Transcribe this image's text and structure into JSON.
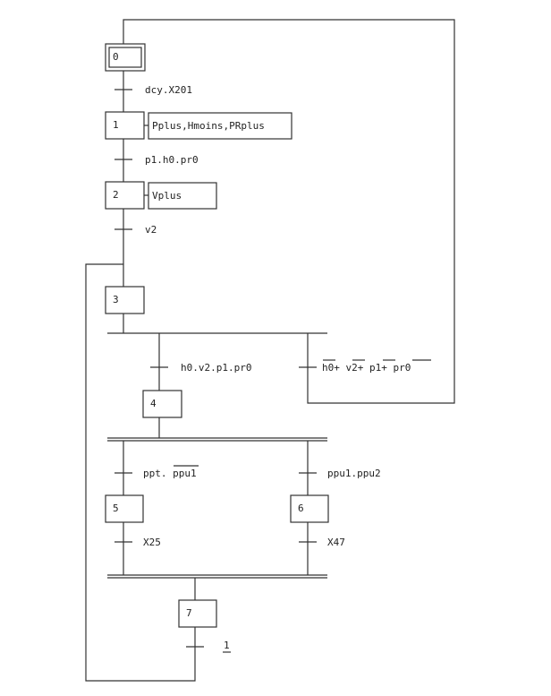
{
  "steps": [
    {
      "id": "0",
      "initial": true
    },
    {
      "id": "1"
    },
    {
      "id": "2"
    },
    {
      "id": "3"
    },
    {
      "id": "4"
    },
    {
      "id": "5"
    },
    {
      "id": "6"
    },
    {
      "id": "7"
    }
  ],
  "actions": [
    {
      "step": "1",
      "label": "Pplus,Hmoins,PRplus"
    },
    {
      "step": "2",
      "label": "Vplus"
    }
  ],
  "transitions": [
    {
      "from": "0",
      "to": "1",
      "label": "dcy.X201"
    },
    {
      "from": "1",
      "to": "2",
      "label": "p1.h0.pr0"
    },
    {
      "from": "2",
      "to": "3",
      "label": "v2"
    },
    {
      "from": "3",
      "to": "4",
      "label": "h0.v2.p1.pr0"
    },
    {
      "from": "3",
      "to": "0",
      "label": "h0+ v2+ p1+ pr0",
      "overline_terms": [
        "h0",
        "v2",
        "p1",
        "pr0"
      ]
    },
    {
      "from": "4",
      "to": "5",
      "label": "ppt. ppu1",
      "overline_terms": [
        "ppu1"
      ]
    },
    {
      "from": "4",
      "to": "6",
      "label": "ppu1.ppu2"
    },
    {
      "from": "5",
      "to": "7",
      "label": "X25"
    },
    {
      "from": "6",
      "to": "7",
      "label": "X47"
    },
    {
      "from": "7",
      "to": "3",
      "label": "1",
      "underline": true
    }
  ]
}
